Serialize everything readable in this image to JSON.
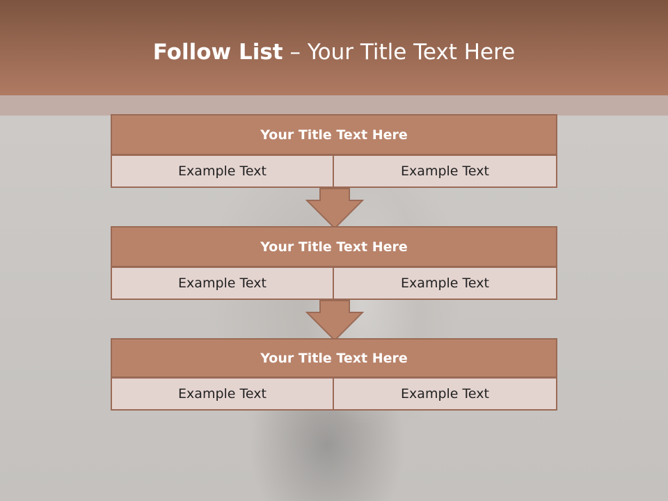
{
  "slide": {
    "title_bold": "Follow List",
    "title_rest": " – Your Title Text Here"
  },
  "colors": {
    "header_top": "#7c5440",
    "header_bottom": "#b07a62",
    "block_title": "#b9836a",
    "cell": "#e4d4d0",
    "border": "#9a6a55"
  },
  "steps": [
    {
      "title": "Your Title Text Here",
      "left": "Example Text",
      "right": "Example Text"
    },
    {
      "title": "Your Title Text Here",
      "left": "Example Text",
      "right": "Example Text"
    },
    {
      "title": "Your Title Text Here",
      "left": "Example Text",
      "right": "Example Text"
    }
  ]
}
